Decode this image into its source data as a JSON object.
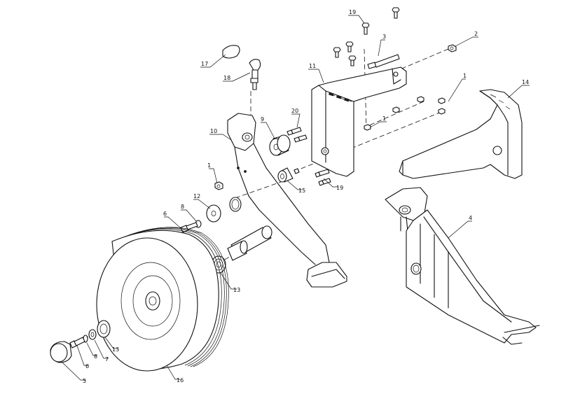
{
  "callouts": [
    {
      "id": "c19a",
      "text": "19"
    },
    {
      "id": "c2",
      "text": "2"
    },
    {
      "id": "c3",
      "text": "3"
    },
    {
      "id": "c17",
      "text": "17"
    },
    {
      "id": "c18",
      "text": "18"
    },
    {
      "id": "c11",
      "text": "11"
    },
    {
      "id": "c1a",
      "text": "1"
    },
    {
      "id": "c14",
      "text": "14"
    },
    {
      "id": "c20",
      "text": "20"
    },
    {
      "id": "c9",
      "text": "9"
    },
    {
      "id": "c1b",
      "text": "1"
    },
    {
      "id": "c10",
      "text": "10"
    },
    {
      "id": "c1c",
      "text": "1"
    },
    {
      "id": "c15",
      "text": "15"
    },
    {
      "id": "c19b",
      "text": "19"
    },
    {
      "id": "c12",
      "text": "12"
    },
    {
      "id": "c8a",
      "text": "8"
    },
    {
      "id": "c6a",
      "text": "6"
    },
    {
      "id": "c4",
      "text": "4"
    },
    {
      "id": "c13a",
      "text": "13"
    },
    {
      "id": "c13b",
      "text": "13"
    },
    {
      "id": "c8b",
      "text": "8"
    },
    {
      "id": "c6b",
      "text": "6"
    },
    {
      "id": "c7",
      "text": "7"
    },
    {
      "id": "c5",
      "text": "5"
    },
    {
      "id": "c16",
      "text": "16"
    }
  ]
}
